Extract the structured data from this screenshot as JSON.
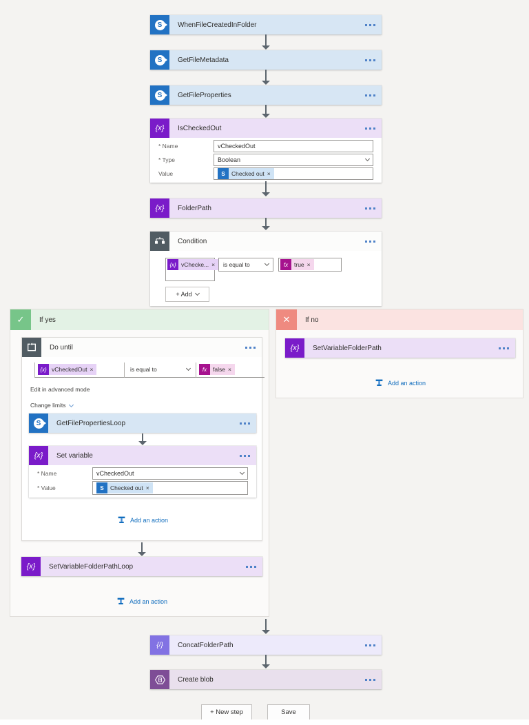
{
  "icons": {
    "sharepoint_letter": "S",
    "variable_glyph": "{x}",
    "fx_glyph": "fx",
    "compose_glyph": "{/}",
    "check_glyph": "✓",
    "cross_glyph": "✕",
    "close_glyph": "×"
  },
  "flow": {
    "trigger": {
      "title": "WhenFileCreatedInFolder"
    },
    "get_file_metadata": {
      "title": "GetFileMetadata"
    },
    "get_file_properties": {
      "title": "GetFileProperties"
    },
    "is_checked_out": {
      "title": "IsCheckedOut",
      "name_label": "* Name",
      "name_value": "vCheckedOut",
      "type_label": "* Type",
      "type_value": "Boolean",
      "value_label": "Value",
      "value_chip": "Checked out"
    },
    "folder_path": {
      "title": "FolderPath"
    },
    "condition": {
      "title": "Condition",
      "left_operand": "vChecke...",
      "operator": "is equal to",
      "right_operand": "true",
      "add_button": "+ Add"
    },
    "if_yes": {
      "label": "If yes",
      "do_until": {
        "title": "Do until",
        "left_operand": "vCheckedOut",
        "operator": "is equal to",
        "right_operand": "false",
        "edit_advanced_link": "Edit in advanced mode",
        "change_limits_link": "Change limits",
        "get_file_properties_loop": {
          "title": "GetFilePropertiesLoop"
        },
        "set_variable": {
          "title": "Set variable",
          "name_label": "* Name",
          "name_value": "vCheckedOut",
          "value_label": "* Value",
          "value_chip": "Checked out"
        },
        "add_action_label": "Add an action"
      },
      "set_variable_folder_path_loop": {
        "title": "SetVariableFolderPathLoop"
      },
      "add_action_label": "Add an action"
    },
    "if_no": {
      "label": "If no",
      "set_variable_folder_path": {
        "title": "SetVariableFolderPath"
      },
      "add_action_label": "Add an action"
    },
    "concat_folder_path": {
      "title": "ConcatFolderPath"
    },
    "create_blob": {
      "title": "Create blob"
    }
  },
  "footer": {
    "new_step_button": "+ New step",
    "save_button": "Save"
  },
  "colors": {
    "sharepoint": "#2272c3",
    "variable": "#7a1bc9",
    "control": "#515c63",
    "expression": "#a6128e",
    "compose": "#8272e3",
    "azure_blob": "#7e4d96",
    "if_yes": "#77c589",
    "if_no": "#ef8a80",
    "link": "#0f6cbd"
  }
}
